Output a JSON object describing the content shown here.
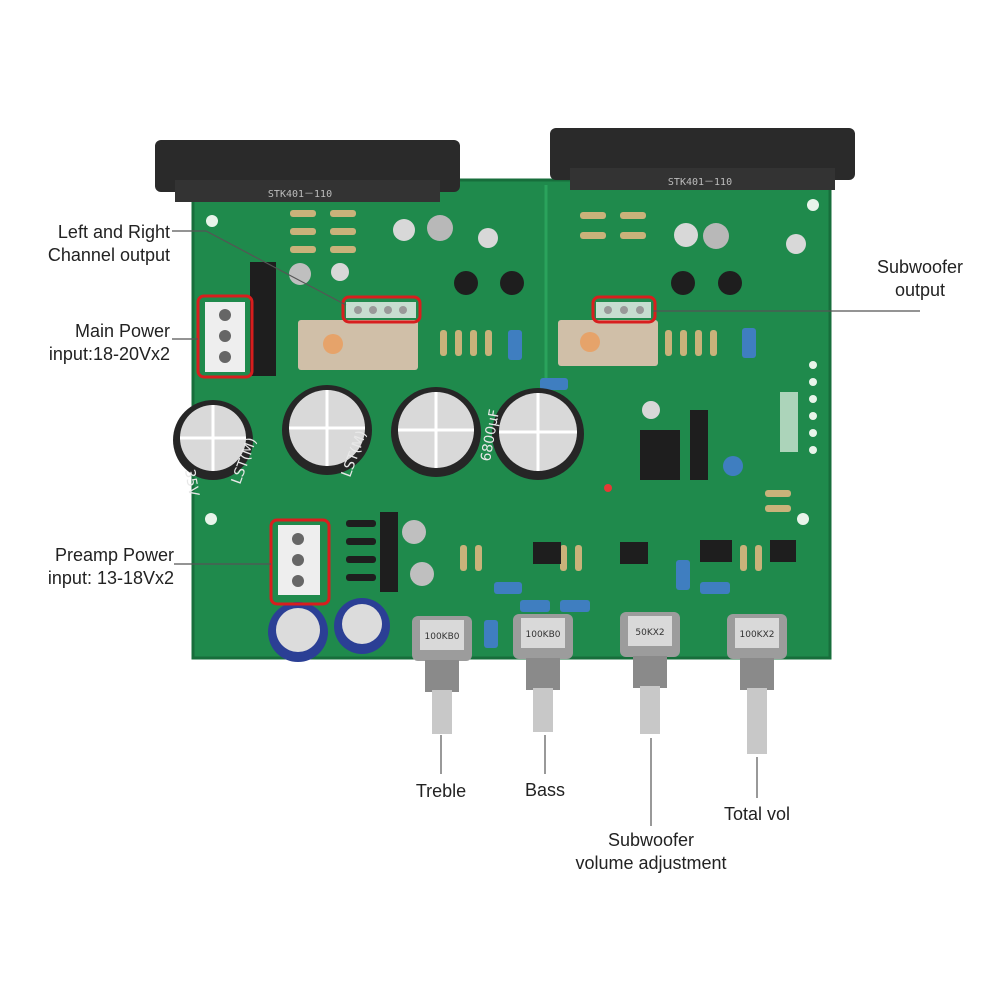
{
  "colors": {
    "pcb": "#1f8a4c",
    "pcb_dark": "#176e3b",
    "silkscreen": "#e8f4ea",
    "heatsink": "#2a2a2a",
    "callout": "#d81e1e",
    "leader": "#555555"
  },
  "chips": [
    "STK401－110",
    "STK401－110"
  ],
  "capacitors": [
    "35V",
    "LST(M)",
    "LST(M)",
    "6800μF"
  ],
  "pots": [
    "100KB0",
    "100KB0",
    "50KX2",
    "100KX2"
  ],
  "labels": {
    "lr_output": [
      "Left and Right",
      "Channel output"
    ],
    "main_power": [
      "Main Power",
      "input:18-20Vx2"
    ],
    "subwoofer_output": [
      "Subwoofer",
      "output"
    ],
    "preamp_power": [
      "Preamp Power",
      "input: 13-18Vx2"
    ],
    "treble": "Treble",
    "bass": "Bass",
    "subwoofer_volume": [
      "Subwoofer",
      "volume adjustment"
    ],
    "total_vol": "Total vol"
  }
}
